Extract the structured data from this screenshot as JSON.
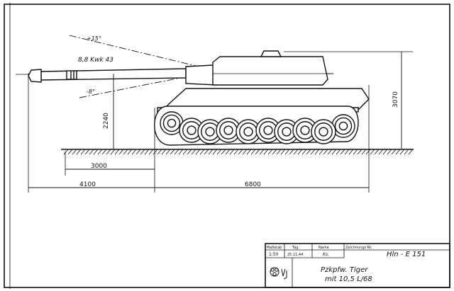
{
  "drawing": {
    "gun": "8,8 Kwk 43",
    "elevation": "+15°",
    "depression": "-8°",
    "dims": {
      "gun_height": "2240",
      "overall_height": "3070",
      "overhang": "3000",
      "front_length": "4100",
      "hull_length": "6800"
    }
  },
  "title_block": {
    "headers": {
      "scale": "Maßstab",
      "date": "Tag",
      "name": "Name",
      "number": "Zeichnungs Nr."
    },
    "scale": "1:50",
    "date": "25.11.44",
    "name": "Ks.",
    "number": "Hln - E 151",
    "title_line1": "Pzkpfw. Tiger",
    "title_line2": "mit 10,5 L/68"
  }
}
